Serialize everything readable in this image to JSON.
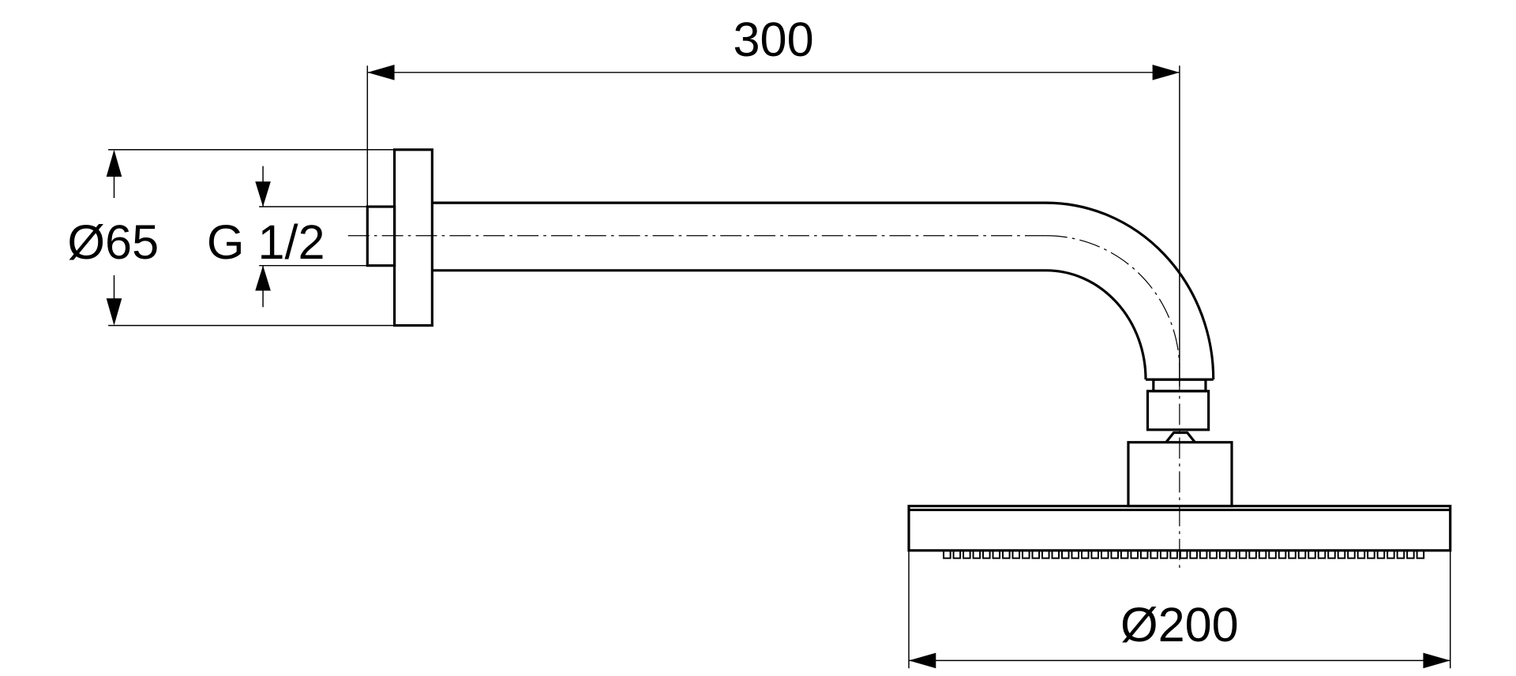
{
  "drawing": {
    "dimensions": {
      "arm_length": "300",
      "flange_diameter": "Ø65",
      "thread": "G 1/2",
      "head_diameter": "Ø200"
    }
  }
}
